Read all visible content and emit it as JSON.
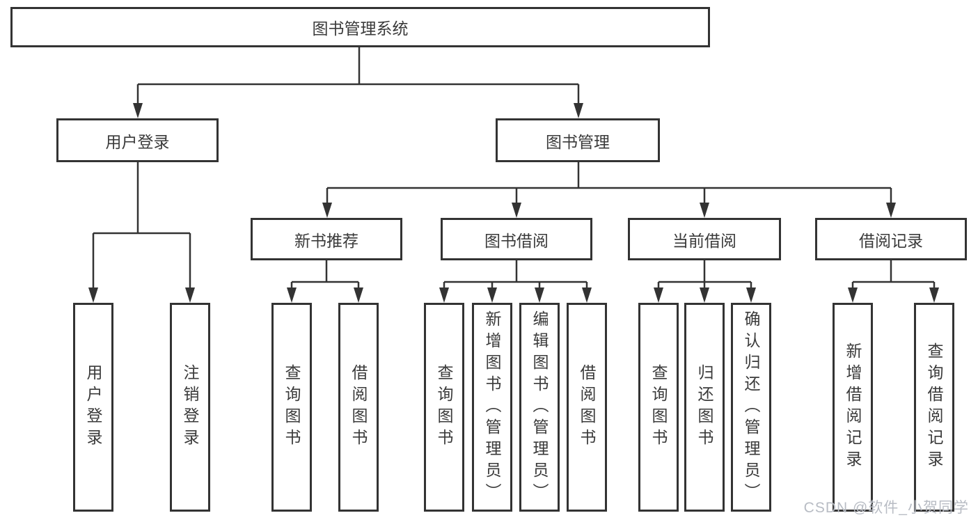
{
  "colors": {
    "background": "#ffffff",
    "line": "#333333",
    "box_border": "#333333",
    "text": "#3a3a3a",
    "watermark": "#b8bcc4"
  },
  "diagram": {
    "root": {
      "label": "图书管理系统"
    },
    "level2": [
      {
        "label": "用户登录"
      },
      {
        "label": "图书管理"
      }
    ],
    "level3": [
      {
        "label": "新书推荐",
        "parent": "图书管理"
      },
      {
        "label": "图书借阅",
        "parent": "图书管理"
      },
      {
        "label": "当前借阅",
        "parent": "图书管理"
      },
      {
        "label": "借阅记录",
        "parent": "图书管理"
      }
    ],
    "leaves": [
      {
        "label": "用户登录",
        "parent": "用户登录"
      },
      {
        "label": "注销登录",
        "parent": "用户登录"
      },
      {
        "label": "查询图书",
        "parent": "新书推荐"
      },
      {
        "label": "借阅图书",
        "parent": "新书推荐"
      },
      {
        "label": "查询图书",
        "parent": "图书借阅"
      },
      {
        "label": "新增图书（管理员）",
        "parent": "图书借阅"
      },
      {
        "label": "编辑图书（管理员）",
        "parent": "图书借阅"
      },
      {
        "label": "借阅图书",
        "parent": "图书借阅"
      },
      {
        "label": "查询图书",
        "parent": "当前借阅"
      },
      {
        "label": "归还图书",
        "parent": "当前借阅"
      },
      {
        "label": "确认归还（管理员）",
        "parent": "当前借阅"
      },
      {
        "label": "新增借阅记录",
        "parent": "借阅记录"
      },
      {
        "label": "查询借阅记录",
        "parent": "借阅记录"
      }
    ]
  },
  "watermark": {
    "text": "CSDN @软件_小贺同学"
  }
}
